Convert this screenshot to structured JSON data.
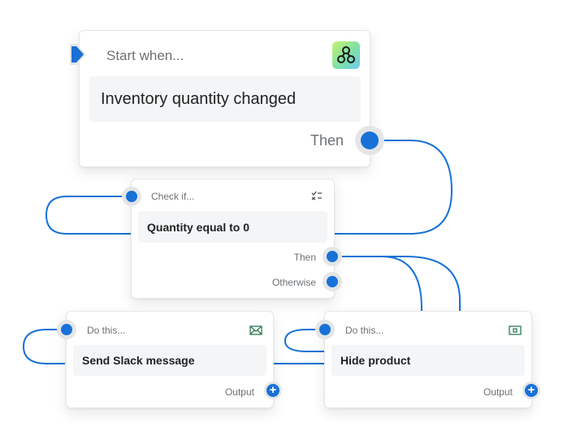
{
  "trigger": {
    "header": "Start when...",
    "event": "Inventory quantity changed",
    "then_label": "Then",
    "icon": "flow-app-icon"
  },
  "condition": {
    "header": "Check if...",
    "expression": "Quantity equal to 0",
    "then_label": "Then",
    "otherwise_label": "Otherwise",
    "icon": "checklist-icon"
  },
  "actions": [
    {
      "header": "Do this...",
      "title": "Send Slack message",
      "output_label": "Output",
      "icon": "mail-icon"
    },
    {
      "header": "Do this...",
      "title": "Hide product",
      "output_label": "Output",
      "icon": "cash-icon"
    }
  ],
  "colors": {
    "accent": "#1871d6",
    "port_ring": "#e4e5e7",
    "card_body": "#f4f5f6"
  }
}
